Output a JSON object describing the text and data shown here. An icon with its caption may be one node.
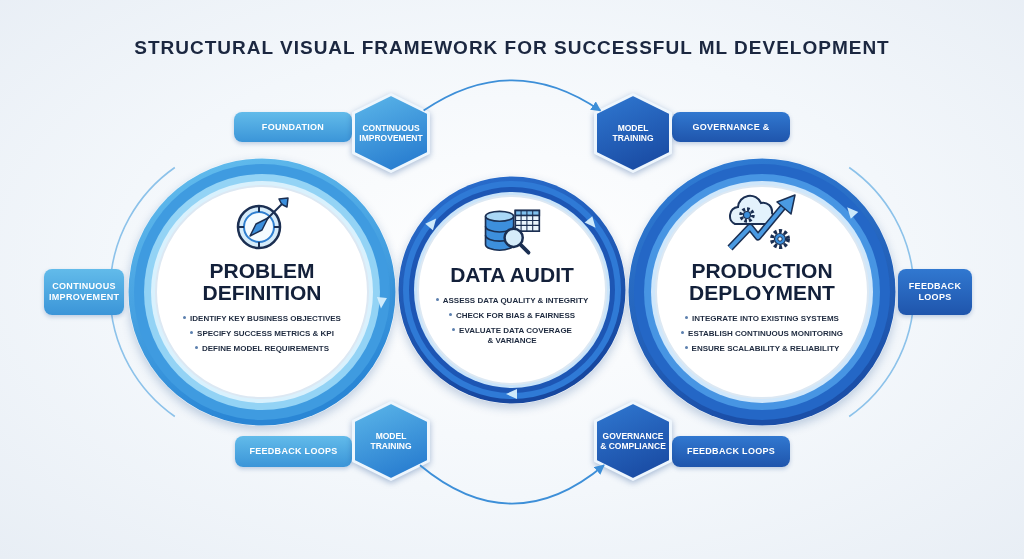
{
  "diagram": {
    "title": "STRUCTURAL VISUAL FRAMEWORK FOR SUCCESSFUL ML DEVELOPMENT",
    "nodes": [
      {
        "text": [
          "FOUNDATION"
        ]
      },
      {
        "text": [
          "CONTINUOUS IMPROVEMENT"
        ]
      },
      {
        "text": [
          "MODEL TRAINING"
        ]
      },
      {
        "text": [
          "GOVERNANCE &"
        ]
      },
      {
        "text": [
          "CONTINUOUS IMPROVEMENT"
        ]
      },
      {
        "text": [
          "PROBLEM DEFINITION",
          "IDENTIFY KEY BUSINESS OBJECTIVES",
          "SPECIFY SUCCESS METRICS & KPI",
          "DEFINE MODEL REQUIREMENTS"
        ]
      },
      {
        "text": [
          "DATA AUDIT",
          "ASSESS DATA QUALITY & INTEGRITY",
          "CHECK FOR BIAS & FAIRNESS",
          "EVALUATE DATA COVERAGE & VARIANCE"
        ]
      },
      {
        "text": [
          "PRODUCTION DEPLOYMENT",
          "INTEGRATE INTO EXISTING SYSTEMS",
          "ESTABLISH CONTINUOUS MONITORING",
          "ENSURE SCALABILITY & RELIABILITY"
        ]
      },
      {
        "text": [
          "FEEDBACK LOOPS"
        ]
      },
      {
        "text": [
          "FEEDBACK LOOPS"
        ]
      },
      {
        "text": [
          "MODEL TRAINING"
        ]
      },
      {
        "text": [
          "GOVERNANCE & COMPLIANCE"
        ]
      },
      {
        "text": [
          "FEEDBACK LOOPS"
        ]
      }
    ],
    "edges": [
      {
        "from": 1,
        "to": 2,
        "arrow": "to"
      },
      {
        "from": 10,
        "to": 11,
        "arrow": "to"
      }
    ]
  }
}
